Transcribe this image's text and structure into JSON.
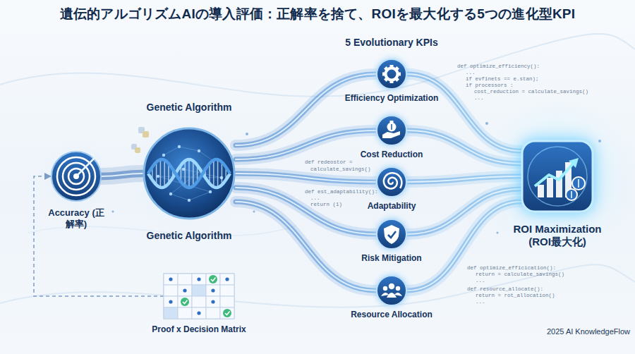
{
  "diagram": {
    "title": "遺伝的アルゴリズムAIの導入評価：正解率を捨て、ROIを最大化する5つの進化型KPI",
    "nodes": [
      {
        "text": [
          "Accuracy (正解率)"
        ]
      },
      {
        "text": [
          "Genetic Algorithm",
          "Genetic Algorithm"
        ]
      },
      {
        "text": [
          "Proof x Decision Matrix"
        ]
      },
      {
        "text": [
          "Efficiency Optimization"
        ]
      },
      {
        "text": [
          "Cost Reduction"
        ]
      },
      {
        "text": [
          "Adaptability"
        ]
      },
      {
        "text": [
          "Risk Mitigation"
        ]
      },
      {
        "text": [
          "Resource Allocation"
        ]
      },
      {
        "text": [
          "ROI Maximization (ROI最大化)"
        ]
      }
    ],
    "edges": [
      {
        "from": 0,
        "to": 1,
        "arrow": "none"
      },
      {
        "from": 1,
        "to": 3,
        "arrow": "none"
      },
      {
        "from": 1,
        "to": 4,
        "arrow": "none"
      },
      {
        "from": 1,
        "to": 5,
        "arrow": "none"
      },
      {
        "from": 1,
        "to": 6,
        "arrow": "none"
      },
      {
        "from": 1,
        "to": 7,
        "arrow": "none"
      },
      {
        "from": 3,
        "to": 8,
        "arrow": "none"
      },
      {
        "from": 4,
        "to": 8,
        "arrow": "none"
      },
      {
        "from": 5,
        "to": 8,
        "arrow": "none"
      },
      {
        "from": 6,
        "to": 8,
        "arrow": "none"
      },
      {
        "from": 7,
        "to": 8,
        "arrow": "none"
      },
      {
        "from": 2,
        "to": 0,
        "arrow": "to"
      }
    ],
    "labels": [
      "5 Evolutionary KPIs",
      "def optimize_efficiency():",
      "...",
      "if evfinets == e.stan);",
      "if processors :",
      "cost_reduction = calculate_savings()",
      "...",
      "def redeostor =",
      "calculate_savings()",
      "def est_adaptability():",
      "...",
      "return (1)",
      "def optimize_efficication():",
      "return = calculate_savings()",
      "...",
      "def resource_allocate():",
      "return = rot_allocation()",
      "...",
      "2025 AI KnowledgeFlow"
    ]
  }
}
